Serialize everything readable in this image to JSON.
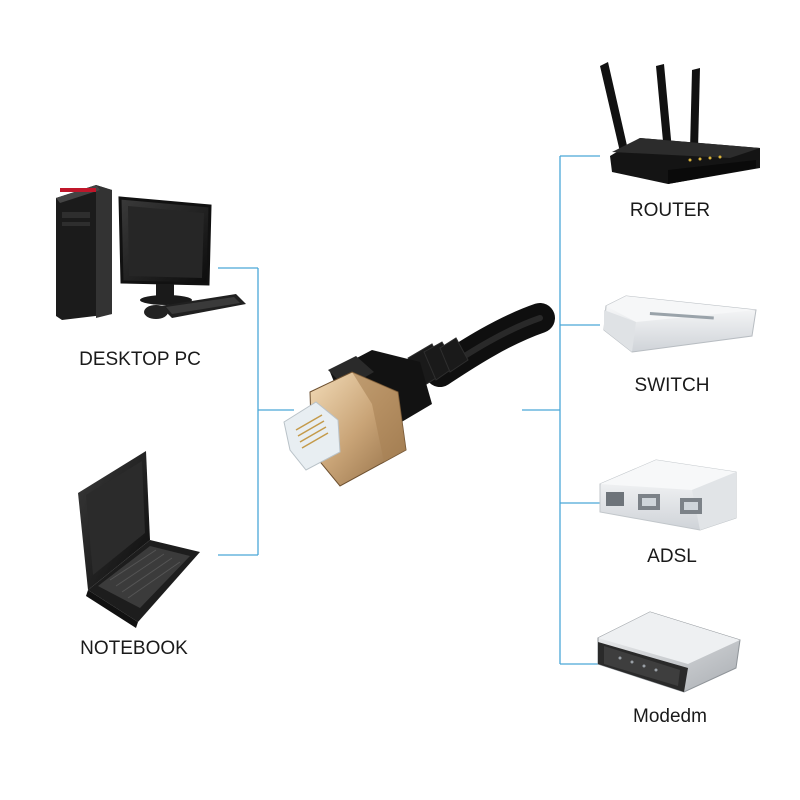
{
  "devices": {
    "desktop": {
      "label": "DESKTOP PC",
      "icon": "desktop-pc-icon"
    },
    "notebook": {
      "label": "NOTEBOOK",
      "icon": "laptop-icon"
    },
    "router": {
      "label": "ROUTER",
      "icon": "router-icon"
    },
    "switch": {
      "label": "SWITCH",
      "icon": "switch-icon"
    },
    "adsl": {
      "label": "ADSL",
      "icon": "adsl-modem-icon"
    },
    "modem": {
      "label": "Modedm",
      "icon": "modem-icon"
    }
  },
  "center": {
    "icon": "ethernet-cable-icon"
  },
  "colors": {
    "connector_line": "#4aa8d8"
  }
}
